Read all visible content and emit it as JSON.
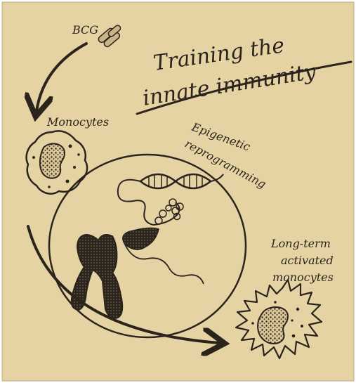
{
  "title": {
    "line1": "Training the",
    "line2": "innate immunity"
  },
  "labels": {
    "bcg": "BCG",
    "monocytes": "Monocytes",
    "epigenetic_line1": "Epigenetic",
    "epigenetic_line2": "reprogramming",
    "activated_line1": "Long-term",
    "activated_line2": "activated",
    "activated_line3": "monocytes"
  },
  "colors": {
    "background": "#e6d3a4",
    "ink": "#2a241c"
  }
}
